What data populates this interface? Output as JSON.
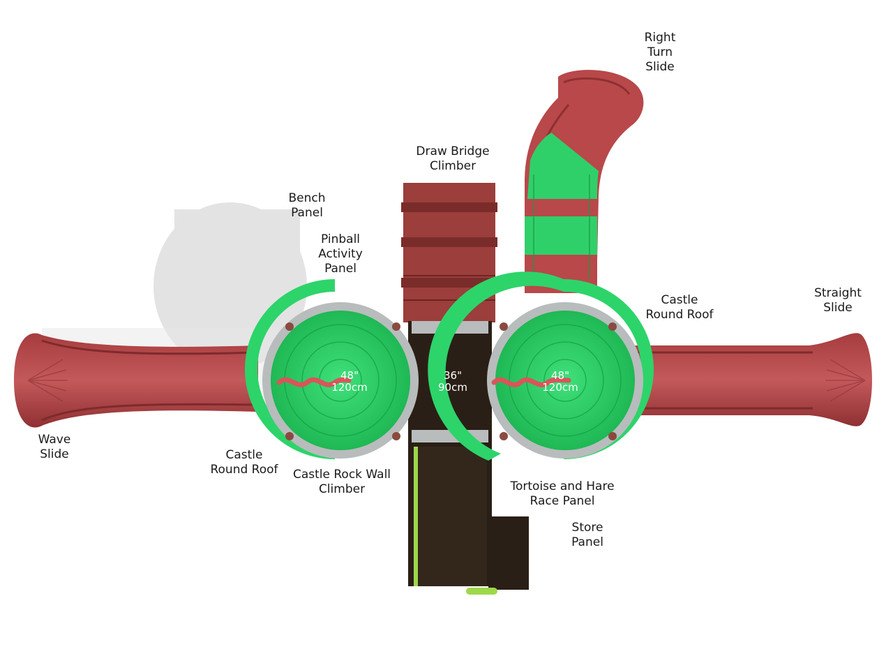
{
  "colors": {
    "slide_red": "#b8484a",
    "slide_red_dark": "#8f3032",
    "roof_green": "#2dd46a",
    "roof_green_dark": "#12a043",
    "deck_brown": "#2a1f16",
    "wood_red": "#9b3e3c",
    "rail_gray": "#b8bcbc"
  },
  "labels": [
    {
      "id": "right-turn-slide",
      "lines": [
        "Right",
        "Turn",
        "Slide"
      ]
    },
    {
      "id": "draw-bridge-climber",
      "lines": [
        "Draw Bridge",
        "Climber"
      ]
    },
    {
      "id": "bench-panel",
      "lines": [
        "Bench",
        "Panel"
      ]
    },
    {
      "id": "pinball-activity-panel",
      "lines": [
        "Pinball",
        "Activity",
        "Panel"
      ]
    },
    {
      "id": "castle-round-roof-right",
      "lines": [
        "Castle",
        "Round Roof"
      ]
    },
    {
      "id": "straight-slide",
      "lines": [
        "Straight",
        "Slide"
      ]
    },
    {
      "id": "wave-slide",
      "lines": [
        "Wave",
        "Slide"
      ]
    },
    {
      "id": "castle-round-roof-left",
      "lines": [
        "Castle",
        "Round Roof"
      ]
    },
    {
      "id": "castle-rock-wall-climber",
      "lines": [
        "Castle Rock Wall",
        "Climber"
      ]
    },
    {
      "id": "tortoise-and-hare-race-panel",
      "lines": [
        "Tortoise and Hare",
        "Race Panel"
      ]
    },
    {
      "id": "store-panel",
      "lines": [
        "Store",
        "Panel"
      ]
    }
  ],
  "dimensions": [
    {
      "id": "left-tower-height",
      "lines": [
        "48\"",
        "120cm"
      ]
    },
    {
      "id": "center-deck-height",
      "lines": [
        "36\"",
        "90cm"
      ]
    },
    {
      "id": "right-tower-height",
      "lines": [
        "48\"",
        "120cm"
      ]
    }
  ]
}
